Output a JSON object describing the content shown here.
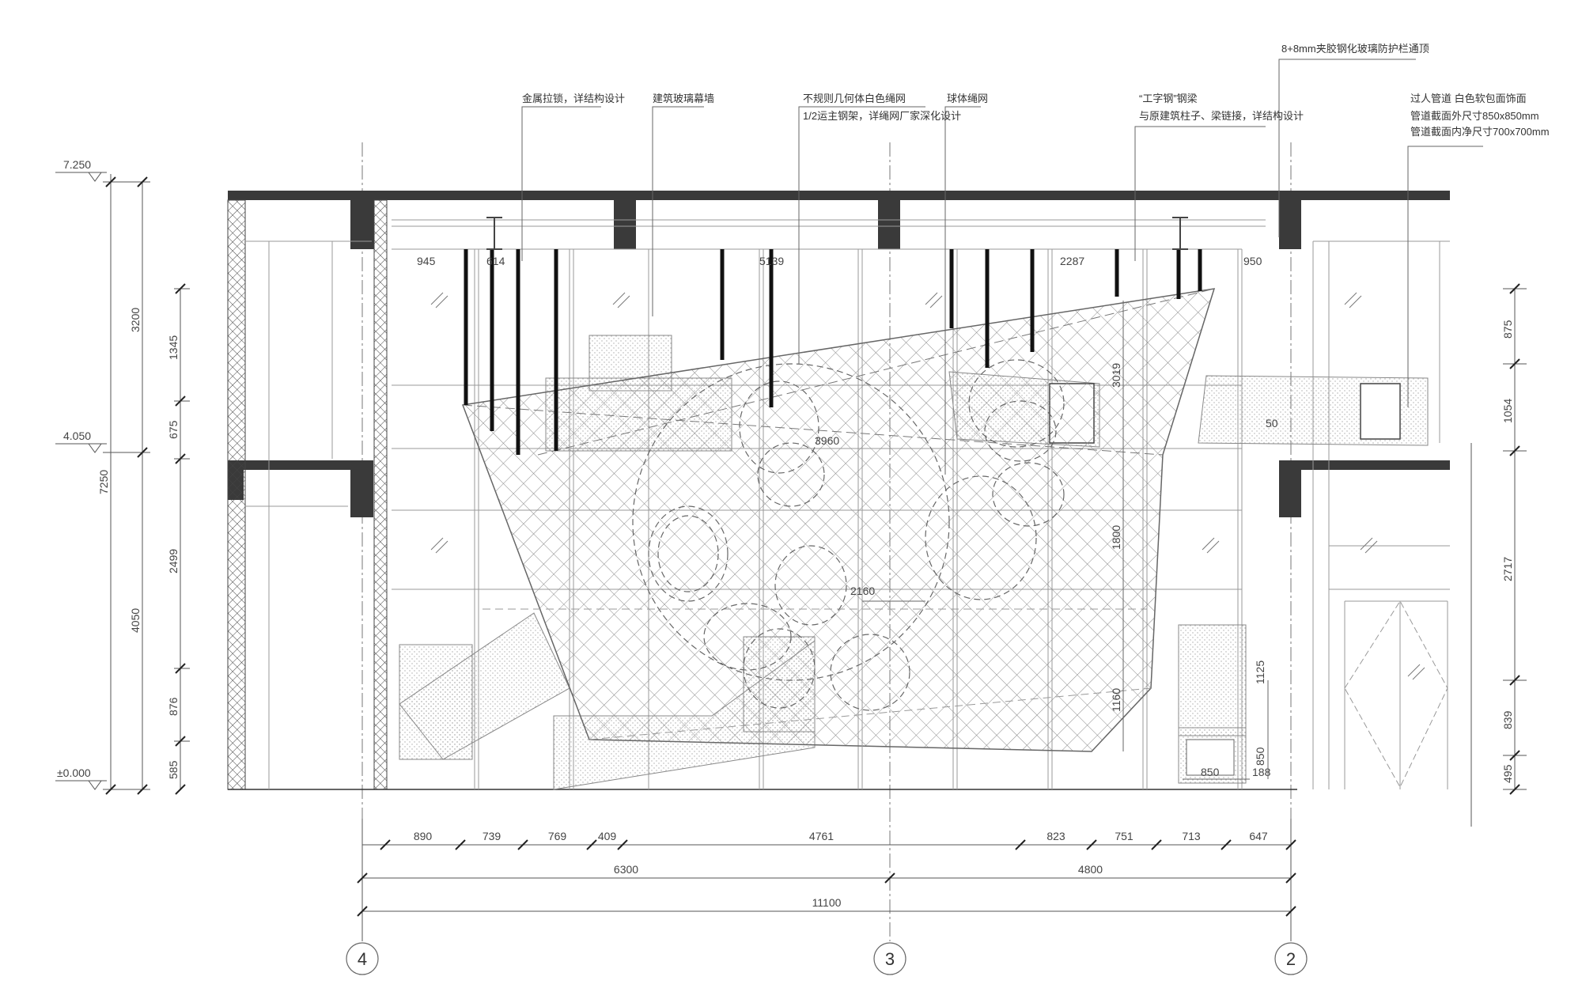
{
  "annotations": {
    "metal_tie": "金属拉锁，详结构设计",
    "glass_curtain_wall": "建筑玻璃幕墙",
    "white_mesh_1": "不规则几何体白色绳网",
    "white_mesh_2": "1/2运主钢架，详绳网厂家深化设计",
    "sphere_mesh": "球体绳网",
    "i_beam_1": "“工字钢”钢梁",
    "i_beam_2": "与原建筑柱子、梁链接，详结构设计",
    "glass_rail": "8+8mm夹胶钢化玻璃防护栏通顶",
    "duct_1": "过人管道 白色软包面饰面",
    "duct_2": "管道截面外尺寸850x850mm",
    "duct_3": "管道截面内净尺寸700x700mm"
  },
  "levels": {
    "top": "7.250",
    "middle": "4.050",
    "ground": "±0.000"
  },
  "left_dims": {
    "outer": [
      "3200",
      "7250",
      "4050"
    ],
    "inner": [
      "1345",
      "675",
      "2499",
      "876",
      "585"
    ]
  },
  "right_dims": [
    "875",
    "1054",
    "2717",
    "839",
    "495"
  ],
  "top_dims": [
    "945",
    "614",
    "5139",
    "2287",
    "950"
  ],
  "inner_dims": {
    "d1": "3960",
    "d2": "3019",
    "d3": "1800",
    "d4": "2160",
    "d5": "1160",
    "d6": "1125",
    "d7": "850",
    "d8": "850",
    "d9": "188",
    "d10": "50"
  },
  "bottom_dims_row1": [
    "890",
    "739",
    "769",
    "409",
    "4761",
    "823",
    "751",
    "713",
    "647"
  ],
  "bottom_dims_row2": [
    "6300",
    "4800"
  ],
  "bottom_dims_total": "11100",
  "axes": [
    "4",
    "3",
    "2"
  ],
  "colors": {
    "line": "#555555",
    "slab": "#3a3a3a",
    "mesh": "#777777"
  }
}
